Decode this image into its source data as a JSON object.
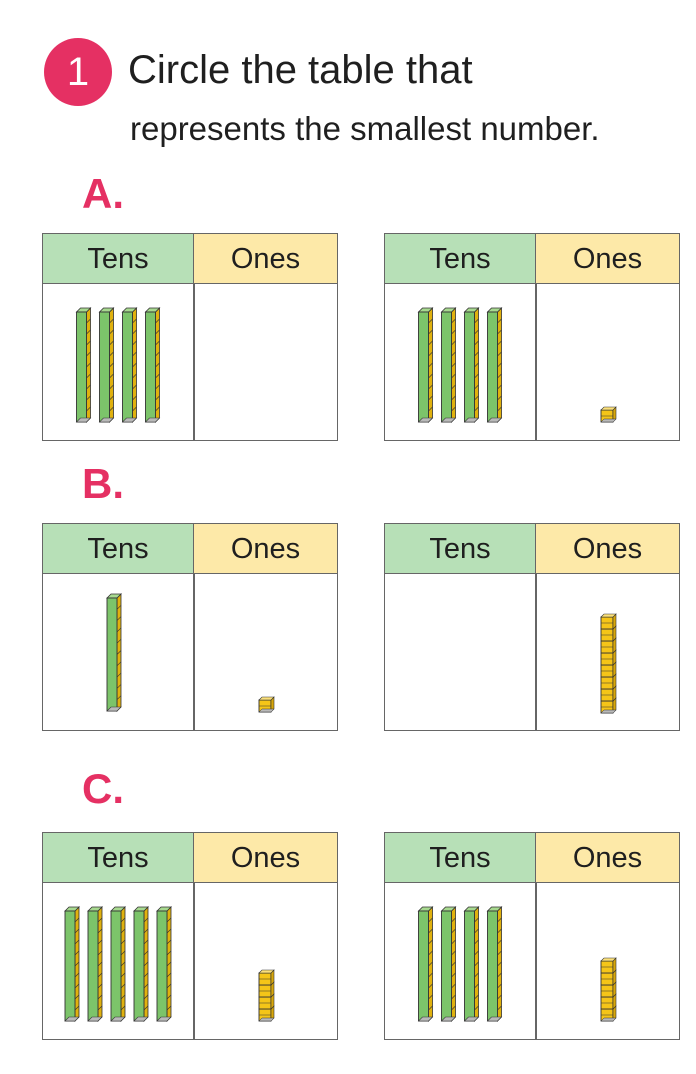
{
  "question": {
    "number": "1",
    "line1": "Circle the table that",
    "line2": "represents the smallest number."
  },
  "sections": [
    {
      "label": "A.",
      "tables": [
        {
          "tens_header": "Tens",
          "ones_header": "Ones",
          "tens": 4,
          "ones": 0
        },
        {
          "tens_header": "Tens",
          "ones_header": "Ones",
          "tens": 4,
          "ones": 1
        }
      ]
    },
    {
      "label": "B.",
      "tables": [
        {
          "tens_header": "Tens",
          "ones_header": "Ones",
          "tens": 1,
          "ones": 1
        },
        {
          "tens_header": "Tens",
          "ones_header": "Ones",
          "tens": 0,
          "ones": 8
        }
      ]
    },
    {
      "label": "C.",
      "tables": [
        {
          "tens_header": "Tens",
          "ones_header": "Ones",
          "tens": 5,
          "ones": 4
        },
        {
          "tens_header": "Tens",
          "ones_header": "Ones",
          "tens": 4,
          "ones": 5
        }
      ]
    }
  ],
  "colors": {
    "accent": "#e53063",
    "tens_header_bg": "#b7e0b7",
    "ones_header_bg": "#fde9a8",
    "rod_green": "#7cc46a",
    "cube_yellow": "#f5c518"
  }
}
